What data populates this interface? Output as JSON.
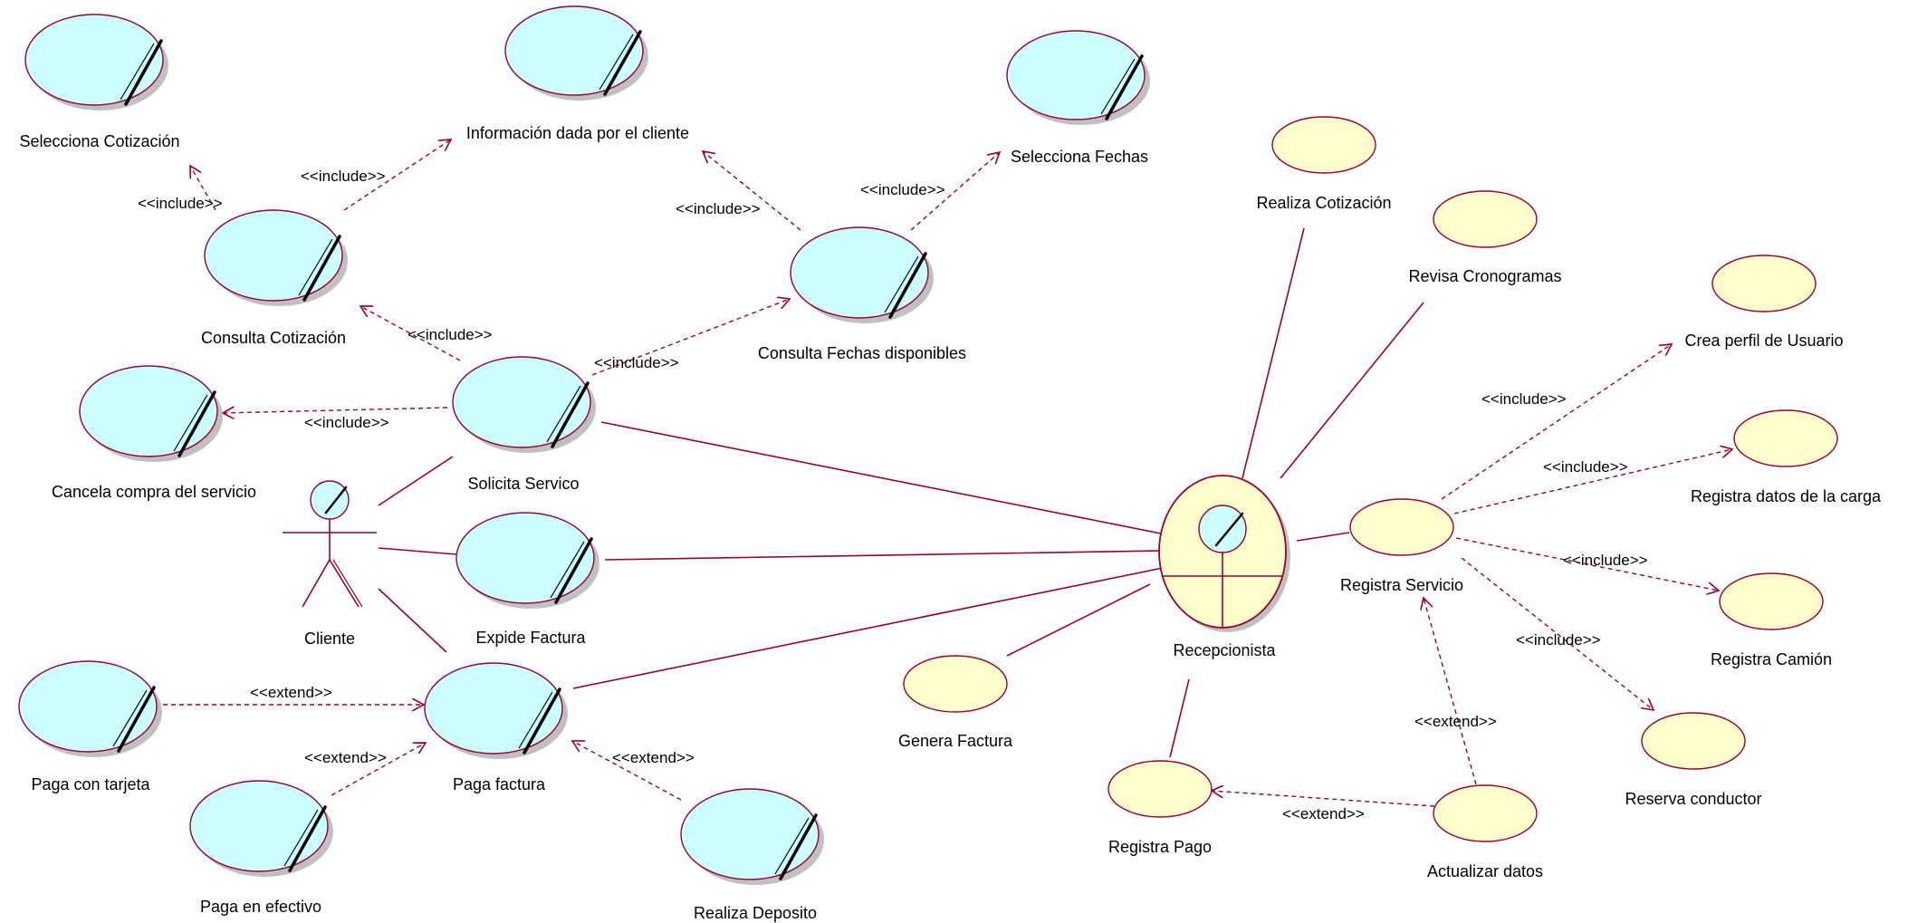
{
  "colors": {
    "line": "#990033",
    "business_use_case_fill": "#ccffff",
    "system_use_case_fill": "#ffffcc",
    "worker_fill": "#ffffcc",
    "shadow": "#c0c0c0"
  },
  "actors": {
    "cliente": "Cliente",
    "recepcionista": "Recepcionista"
  },
  "business_use_cases": {
    "selecciona_cotizacion": "Selecciona Cotización",
    "informacion_dada": "Información dada por el cliente",
    "selecciona_fechas": "Selecciona Fechas",
    "consulta_cotizacion": "Consulta Cotización",
    "consulta_fechas": "Consulta Fechas disponibles",
    "cancela_compra": "Cancela compra del servicio",
    "solicita_servicio": "Solicita Servico",
    "expide_factura": "Expide Factura",
    "paga_tarjeta": "Paga con tarjeta",
    "paga_factura": "Paga factura",
    "paga_efectivo": "Paga en efectivo",
    "realiza_deposito": "Realiza Deposito"
  },
  "system_use_cases": {
    "realiza_cotizacion": "Realiza Cotización",
    "revisa_cronogramas": "Revisa Cronogramas",
    "crea_perfil": "Crea perfil de Usuario",
    "registra_carga": "Registra datos de la carga",
    "registra_servicio": "Registra Servicio",
    "registra_camion": "Registra Camión",
    "genera_factura": "Genera Factura",
    "reserva_conductor": "Reserva conductor",
    "registra_pago": "Registra Pago",
    "actualizar_datos": "Actualizar datos"
  },
  "stereotypes": {
    "include": "<<include>>",
    "extend": "<<extend>>"
  }
}
